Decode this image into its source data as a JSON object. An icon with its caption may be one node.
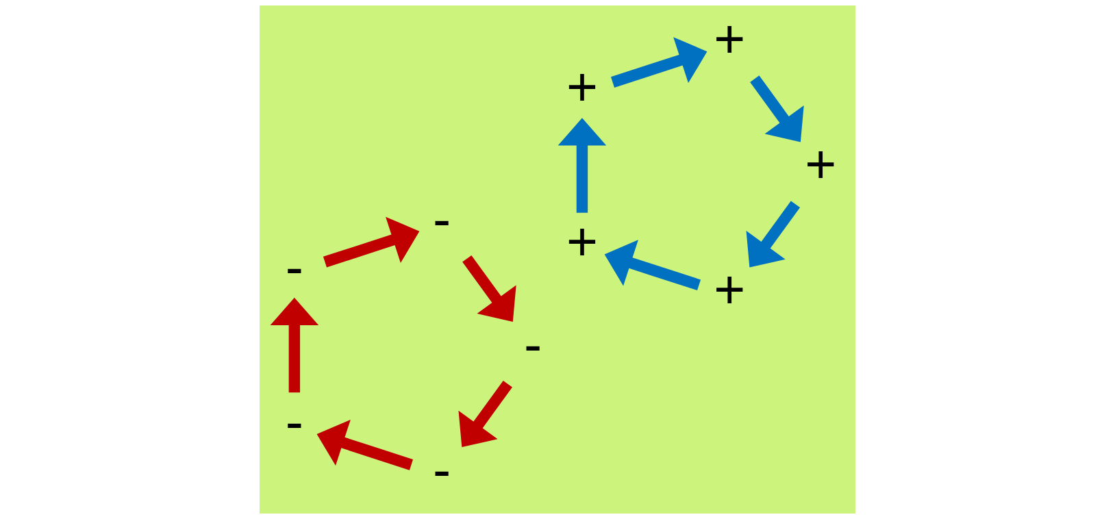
{
  "diagram": {
    "nodes": [
      {
        "text": [
          "-"
        ]
      },
      {
        "text": [
          "-"
        ]
      },
      {
        "text": [
          "-"
        ]
      },
      {
        "text": [
          "-"
        ]
      },
      {
        "text": [
          "-"
        ]
      },
      {
        "text": [
          "+"
        ]
      },
      {
        "text": [
          "+"
        ]
      },
      {
        "text": [
          "+"
        ]
      },
      {
        "text": [
          "+"
        ]
      },
      {
        "text": [
          "+"
        ]
      }
    ],
    "edges": [
      {
        "from": 0,
        "to": 1,
        "arrow": "to",
        "color": "#c00000"
      },
      {
        "from": 1,
        "to": 2,
        "arrow": "to",
        "color": "#c00000"
      },
      {
        "from": 2,
        "to": 3,
        "arrow": "to",
        "color": "#c00000"
      },
      {
        "from": 3,
        "to": 4,
        "arrow": "to",
        "color": "#c00000"
      },
      {
        "from": 4,
        "to": 0,
        "arrow": "to",
        "color": "#c00000"
      },
      {
        "from": 5,
        "to": 6,
        "arrow": "to",
        "color": "#0070c0"
      },
      {
        "from": 6,
        "to": 7,
        "arrow": "to",
        "color": "#0070c0"
      },
      {
        "from": 7,
        "to": 8,
        "arrow": "to",
        "color": "#0070c0"
      },
      {
        "from": 8,
        "to": 9,
        "arrow": "to",
        "color": "#0070c0"
      },
      {
        "from": 9,
        "to": 5,
        "arrow": "to",
        "color": "#0070c0"
      }
    ]
  }
}
